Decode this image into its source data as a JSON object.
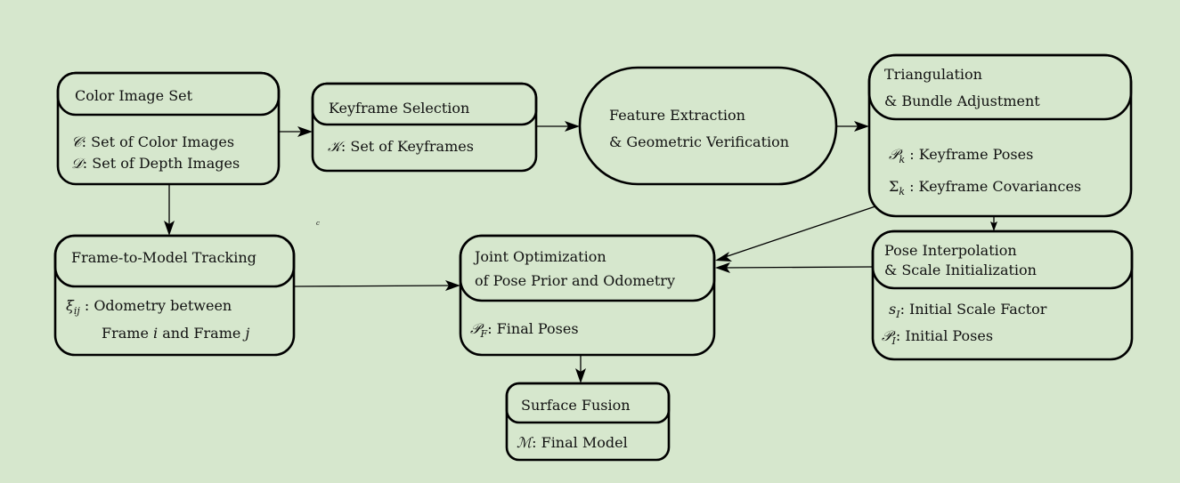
{
  "nodes": {
    "color_image_set": {
      "title": "Color Image Set",
      "line1_sym": "𝒞",
      "line1": ": Set of Color Images",
      "line2_sym": "𝒟",
      "line2": ":  Set of Depth Images"
    },
    "keyframe_selection": {
      "title": "Keyframe Selection",
      "line1_sym": "𝒦",
      "line1": ": Set of Keyframes"
    },
    "feature_extraction": {
      "line1": "Feature Extraction",
      "line2": "& Geometric Verification"
    },
    "triangulation": {
      "title1": "Triangulation",
      "title2": "& Bundle Adjustment",
      "line1_sym": "𝒫",
      "line1_sub": "k",
      "line1": " :  Keyframe Poses",
      "line2_sym": "Σ",
      "line2_sub": "k",
      "line2": " :  Keyframe Covariances"
    },
    "frame_to_model": {
      "title": "Frame-to-Model Tracking",
      "line1_sym": "ξ",
      "line1_sub": "ij",
      "line1": " :  Odometry between",
      "line2a": "Frame ",
      "line2i": "i",
      "line2b": " and Frame ",
      "line2j": "j"
    },
    "joint_optimization": {
      "title1": "Joint Optimization",
      "title2": "of Pose Prior and Odometry",
      "line1_sym": "𝒫",
      "line1_sub": "F",
      "line1": ":  Final Poses"
    },
    "pose_interpolation": {
      "title1": "Pose Interpolation",
      "title2": "& Scale Initialization",
      "line1_sym": "s",
      "line1_sub": "I",
      "line1": ": Initial Scale Factor",
      "line2_sym": "𝒫",
      "line2_sub": "I",
      "line2": ":  Initial Poses"
    },
    "surface_fusion": {
      "title": "Surface Fusion",
      "line1_sym": "ℳ",
      "line1": ":  Final Model"
    }
  },
  "stray_mark": "c",
  "colors": {
    "background": "#d6e7cd",
    "stroke": "#000000"
  }
}
